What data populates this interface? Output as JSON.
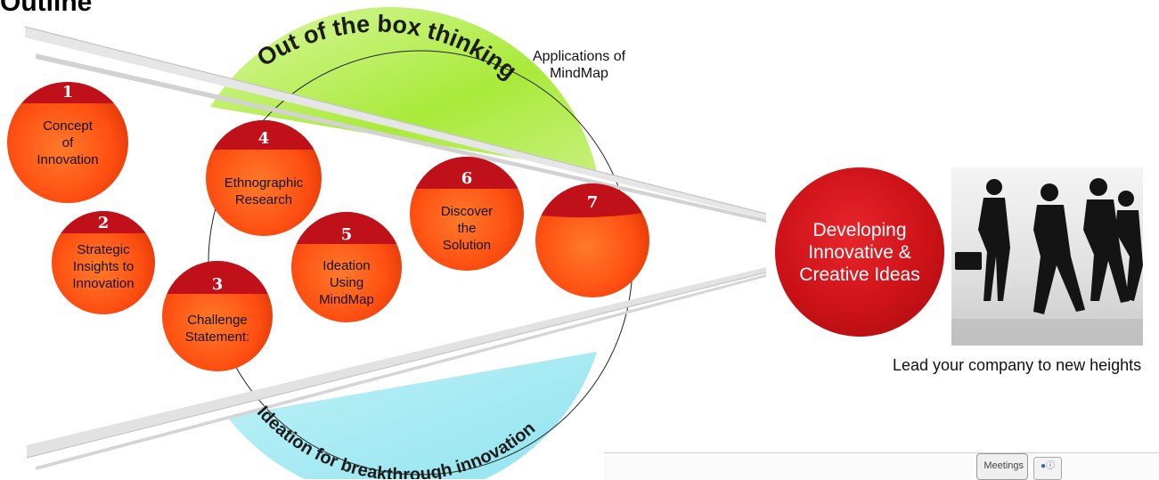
{
  "heading": "Outline",
  "top_arc_label": "Out of the box thinking",
  "bottom_arc_label": "Ideation for breakthrough innovation",
  "applications_label": "Applications of MindMap",
  "steps": [
    {
      "number": "1",
      "label": "Concept of Innovation"
    },
    {
      "number": "2",
      "label": "Strategic Insights to Innovation"
    },
    {
      "number": "3",
      "label": "Challenge Statement:"
    },
    {
      "number": "4",
      "label": "Ethnographic Research"
    },
    {
      "number": "5",
      "label": "Ideation Using MindMap"
    },
    {
      "number": "6",
      "label": "Discover the Solution"
    },
    {
      "number": "7",
      "label": ""
    }
  ],
  "outcome": "Developing Innovative & Creative Ideas",
  "caption": "Lead your company to new heights",
  "strip_label": "Meetings",
  "colors": {
    "step_fill": "#ff5a1a",
    "step_cap": "#c0111b",
    "outcome_fill": "#cc1217",
    "top_arc_fill": "#b5ef4a",
    "bottom_arc_fill": "#a9ecf5"
  }
}
